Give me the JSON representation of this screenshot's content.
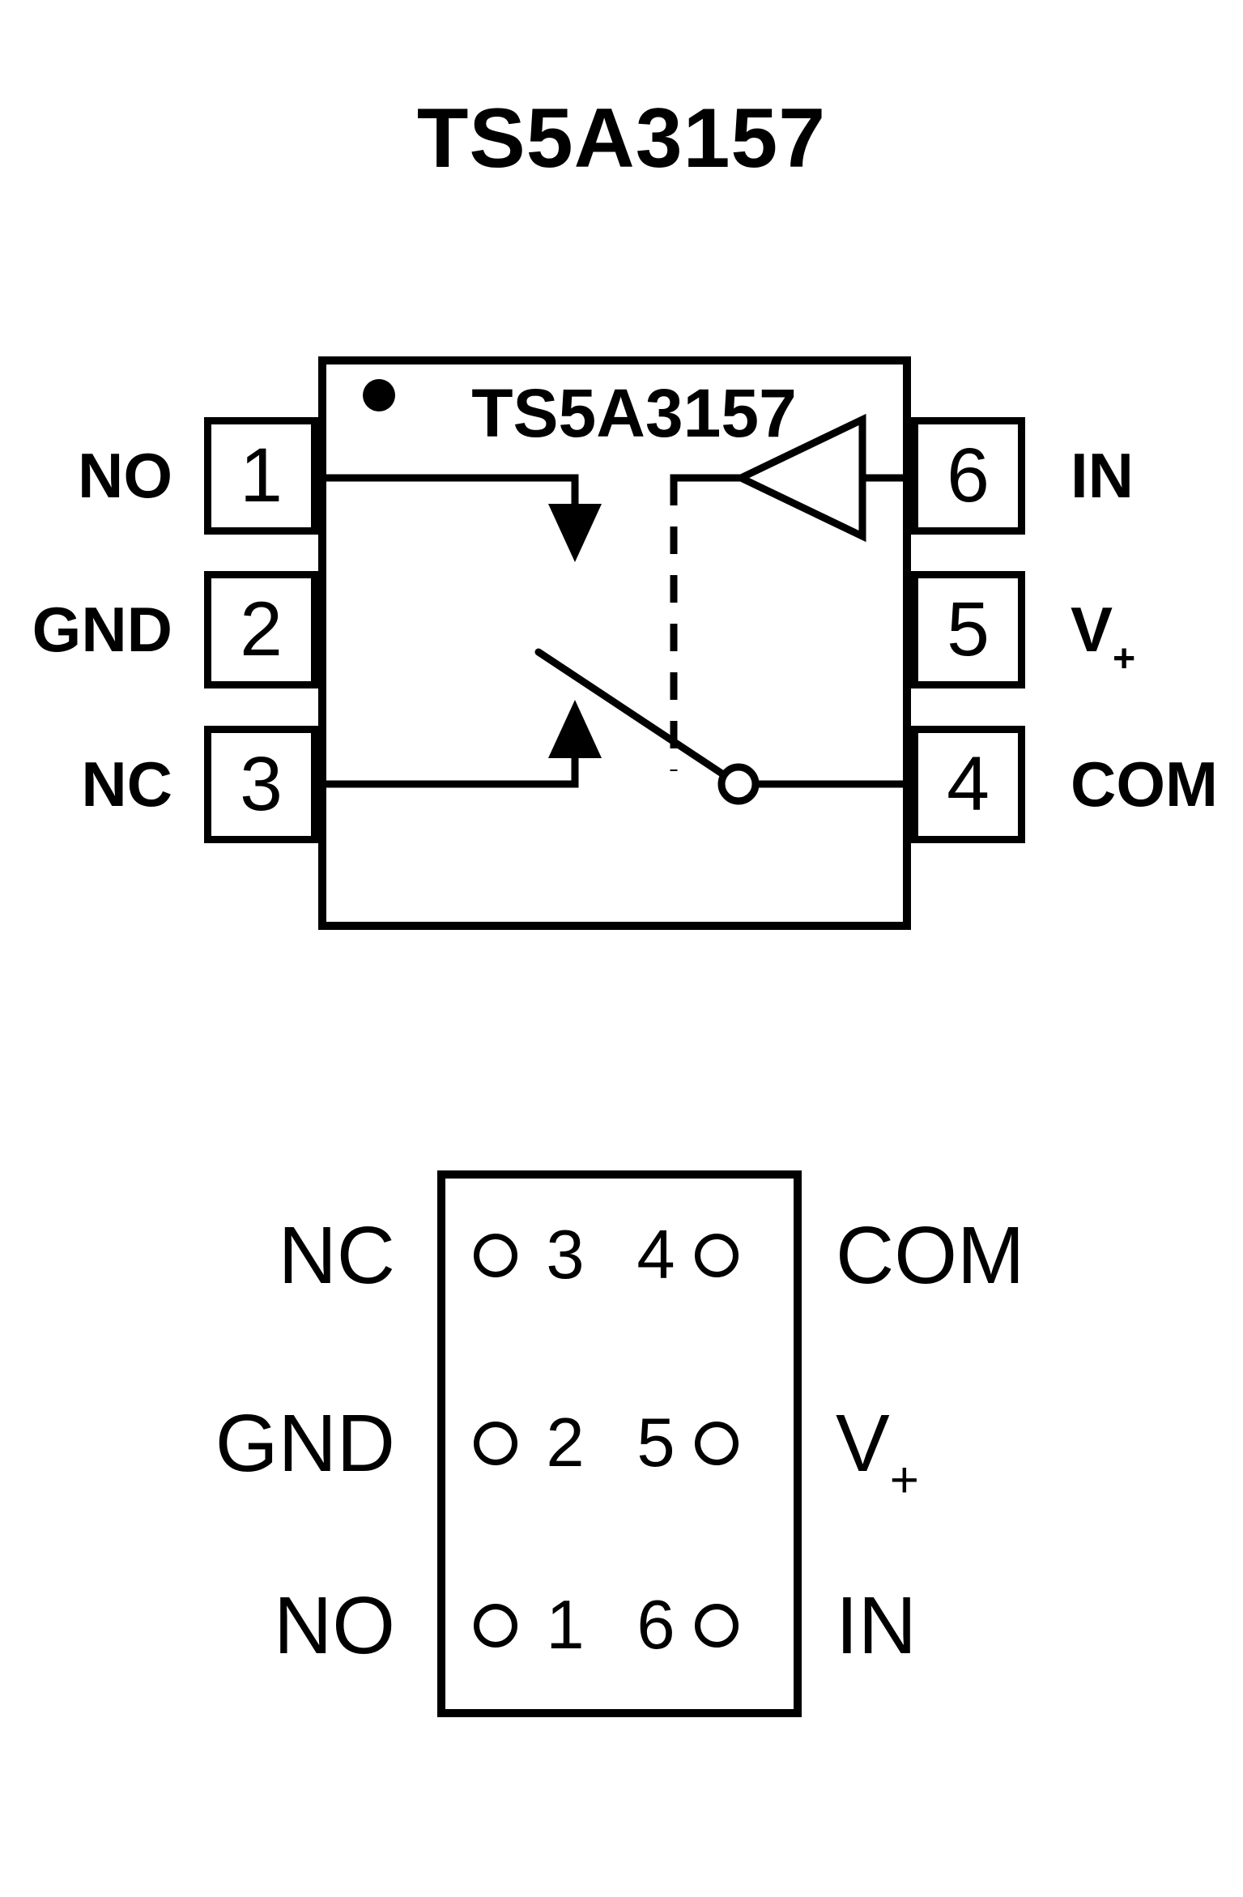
{
  "title": "TS5A3157",
  "colors": {
    "line": "#000000",
    "background": "#ffffff"
  },
  "functional_diagram": {
    "chip_label": "TS5A3157",
    "left_pins": [
      {
        "label": "NO",
        "number": "1"
      },
      {
        "label": "GND",
        "number": "2"
      },
      {
        "label": "NC",
        "number": "3"
      }
    ],
    "right_pins": [
      {
        "number": "6",
        "label": "IN"
      },
      {
        "number": "5",
        "label": "V",
        "label_subscript": "+"
      },
      {
        "number": "4",
        "label": "COM"
      }
    ]
  },
  "package_diagram": {
    "rows": [
      {
        "left_label": "NC",
        "left_pin": "3",
        "right_pin": "4",
        "right_label": "COM"
      },
      {
        "left_label": "GND",
        "left_pin": "2",
        "right_pin": "5",
        "right_label": "V",
        "right_label_subscript": "+"
      },
      {
        "left_label": "NO",
        "left_pin": "1",
        "right_pin": "6",
        "right_label": "IN"
      }
    ]
  }
}
